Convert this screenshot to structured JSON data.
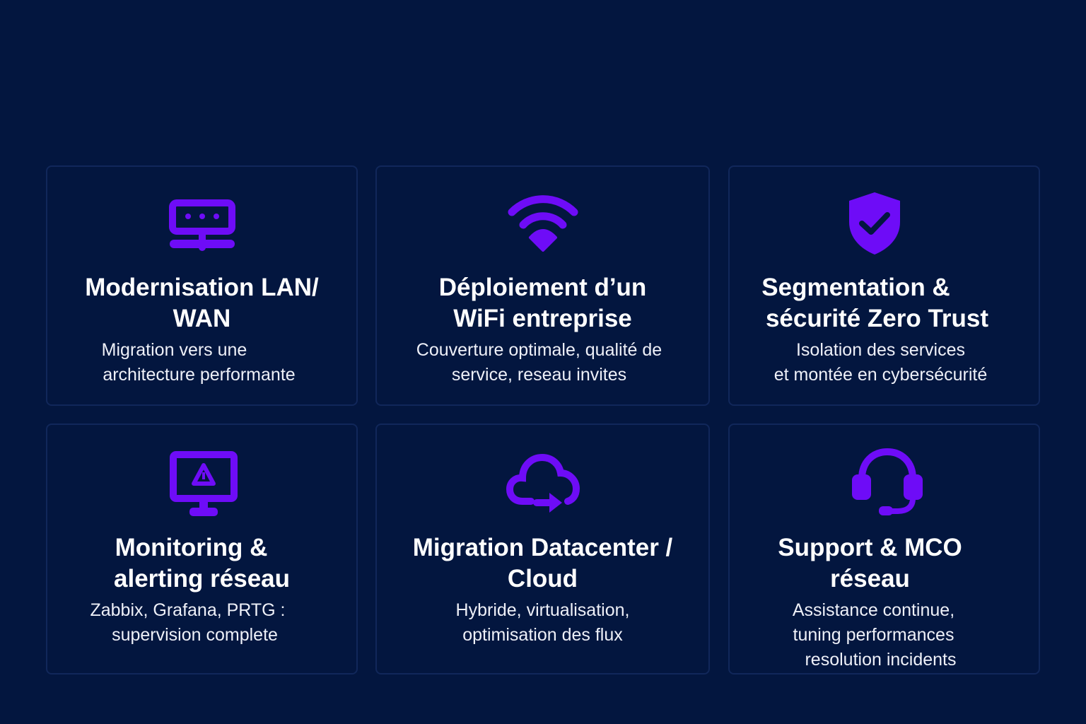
{
  "accent_color": "#6e0cf7",
  "cards": [
    {
      "icon": "network-device-icon",
      "title": [
        "Modernisation LAN/",
        "WAN"
      ],
      "desc": [
        "Migration vers une",
        "architecture performante"
      ]
    },
    {
      "icon": "wifi-icon",
      "title": [
        "Déploiement d’un",
        "WiFi entreprise"
      ],
      "desc": [
        "Couverture optimale, qualité de",
        "service, reseau invites"
      ]
    },
    {
      "icon": "shield-check-icon",
      "title": [
        "Segmentation &",
        "sécurité Zero Trust"
      ],
      "desc": [
        "Isolation des services",
        "et montée en cybersécurité"
      ]
    },
    {
      "icon": "monitor-alert-icon",
      "title": [
        "Monitoring &",
        "alerting réseau"
      ],
      "desc": [
        "Zabbix, Grafana, PRTG :",
        "supervision complete"
      ]
    },
    {
      "icon": "cloud-migration-icon",
      "title": [
        "Migration Datacenter /",
        "Cloud"
      ],
      "desc": [
        "Hybride, virtualisation,",
        "optimisation des flux"
      ]
    },
    {
      "icon": "headset-icon",
      "title": [
        "Support & MCO",
        "réseau"
      ],
      "desc": [
        "Assistance continue,",
        "tuning performances",
        "resolution incidents"
      ]
    }
  ]
}
